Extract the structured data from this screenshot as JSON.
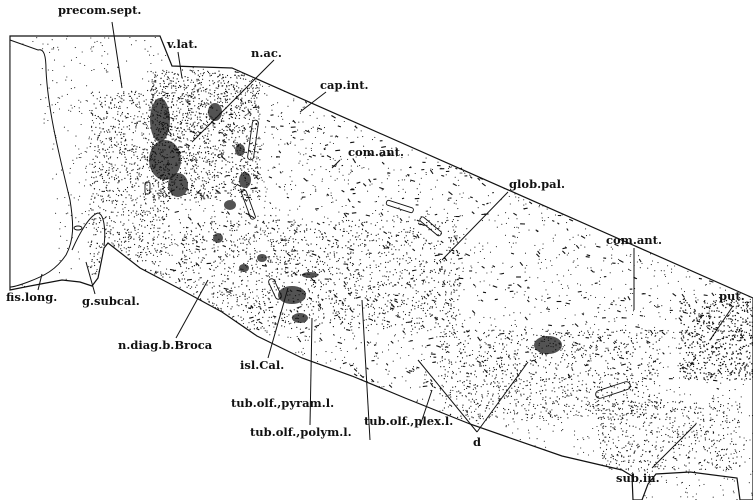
{
  "figure": {
    "ink_color": "#111111",
    "background": "#ffffff",
    "labels": {
      "precom_sept": "precom.sept.",
      "v_lat": "v.lat.",
      "n_ac": "n.ac.",
      "cap_int": "cap.int.",
      "com_ant_upper": "com.ant.",
      "glob_pal": "glob.pal.",
      "com_ant_lower": "com.ant.",
      "put": "put.",
      "fis_long": "fis.long.",
      "g_subcal": "g.subcal.",
      "n_diag_b_broca": "n.diag.b.Broca",
      "isl_cal": "isl.Cal.",
      "tub_olf_pyram": "tub.olf.,pyram.l.",
      "tub_olf_polym": "tub.olf.,polym.l.",
      "tub_olf_plex": "tub.olf.,plex.l.",
      "d": "d",
      "sub_in": "sub.in."
    }
  }
}
